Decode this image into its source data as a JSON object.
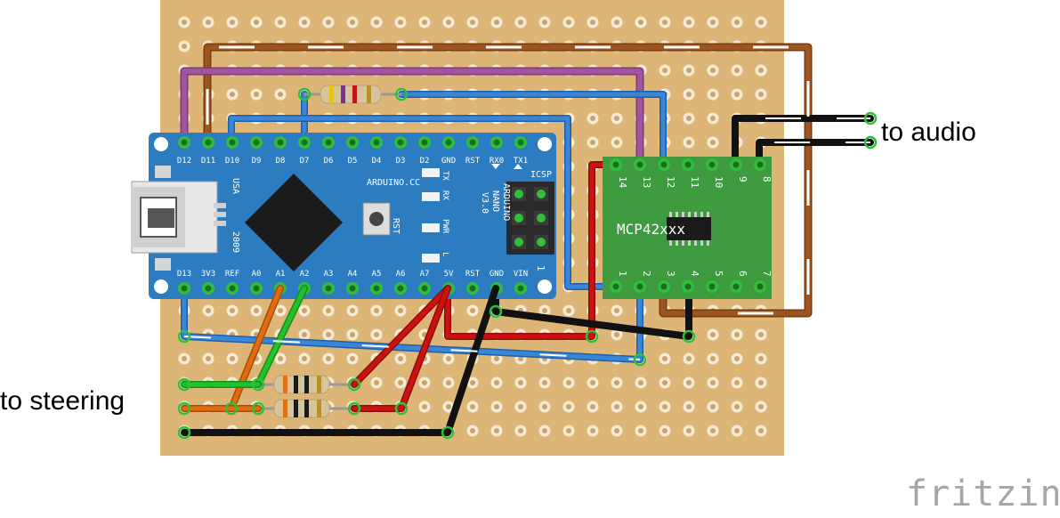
{
  "labels": {
    "to_audio": "to audio",
    "to_steering": "to steering",
    "logo": "fritzing"
  },
  "arduino": {
    "top_pins": [
      "D12",
      "D11",
      "D10",
      "D9",
      "D8",
      "D7",
      "D6",
      "D5",
      "D4",
      "D3",
      "D2",
      "GND",
      "RST",
      "RX0",
      "TX1"
    ],
    "bottom_pins": [
      "D13",
      "3V3",
      "REF",
      "A0",
      "A1",
      "A2",
      "A3",
      "A4",
      "A5",
      "A6",
      "A7",
      "5V",
      "RST",
      "GND",
      "VIN"
    ],
    "brand": "ARDUINO.CC",
    "model_line1": "ARDUINO",
    "model_line2": "NANO",
    "model_line3": "V3.0",
    "usa": "USA",
    "year": "2009",
    "rst_label": "RST",
    "icsp": "ICSP",
    "led_labels": [
      "TX",
      "RX",
      "PWR",
      "L"
    ],
    "pin1_mark": "1"
  },
  "chip": {
    "name": "MCP42xxx",
    "top_pins": [
      "14",
      "13",
      "12",
      "11",
      "10",
      "9",
      "8"
    ],
    "bottom_pins": [
      "1",
      "2",
      "3",
      "4",
      "5",
      "6",
      "7"
    ]
  },
  "colors": {
    "board": "#dcb577",
    "arduino": "#2b7cc1",
    "chip_board": "#3e9b3f",
    "wire_brown": "#8b4513",
    "wire_purple": "#9b4f96",
    "wire_blue": "#3a86d6",
    "wire_red": "#cc1111",
    "wire_black": "#111111",
    "wire_orange": "#e06b10",
    "wire_green": "#22c02a"
  }
}
